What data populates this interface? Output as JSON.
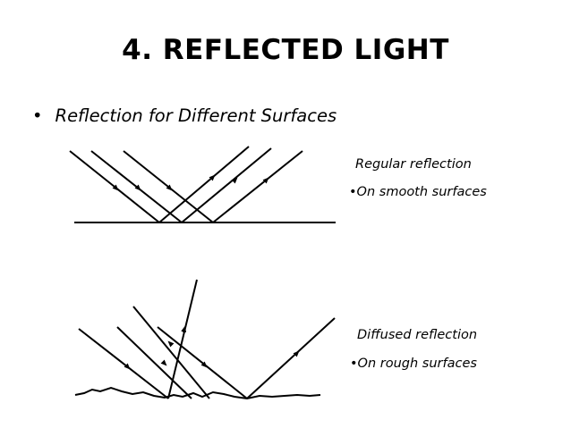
{
  "slide": {
    "title": "4. REFLECTED LIGHT",
    "bullet_symbol": "•",
    "bullet_text": "Reflection for Different Surfaces"
  },
  "regular": {
    "heading": "Regular reflection",
    "note": "•On smooth surfaces"
  },
  "diffused": {
    "heading": "Diffused reflection",
    "note": "•On rough surfaces"
  }
}
